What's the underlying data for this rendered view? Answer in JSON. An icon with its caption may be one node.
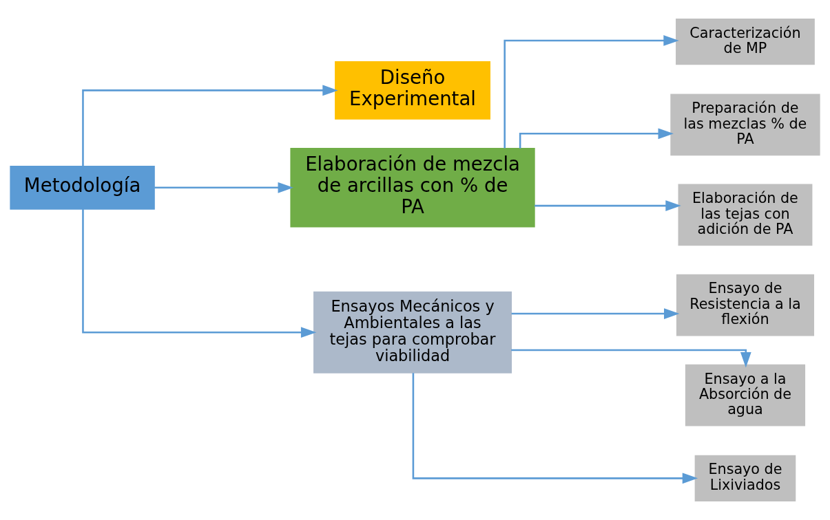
{
  "diagram": {
    "nodes": [
      {
        "text": [
          "Metodología"
        ]
      },
      {
        "text": [
          "Diseño Experimental"
        ]
      },
      {
        "text": [
          "Elaboración de mezcla de arcillas con % de PA"
        ]
      },
      {
        "text": [
          "Ensayos Mecánicos y Ambientales a las tejas para comprobar viabilidad"
        ]
      },
      {
        "text": [
          "Caracterización de MP"
        ]
      },
      {
        "text": [
          "Preparación de las mezclas % de PA"
        ]
      },
      {
        "text": [
          "Elaboración de las tejas con adición de PA"
        ]
      },
      {
        "text": [
          "Ensayo de Resistencia a la flexión"
        ]
      },
      {
        "text": [
          "Ensayo a la Absorción de agua"
        ]
      },
      {
        "text": [
          "Ensayo de Lixiviados"
        ]
      }
    ],
    "edges": [
      {
        "from": 0,
        "to": 1,
        "arrow": "to"
      },
      {
        "from": 0,
        "to": 2,
        "arrow": "to"
      },
      {
        "from": 0,
        "to": 3,
        "arrow": "to"
      },
      {
        "from": 2,
        "to": 4,
        "arrow": "to"
      },
      {
        "from": 2,
        "to": 5,
        "arrow": "to"
      },
      {
        "from": 2,
        "to": 6,
        "arrow": "to"
      },
      {
        "from": 3,
        "to": 7,
        "arrow": "to"
      },
      {
        "from": 3,
        "to": 8,
        "arrow": "to"
      },
      {
        "from": 3,
        "to": 9,
        "arrow": "to"
      }
    ]
  }
}
